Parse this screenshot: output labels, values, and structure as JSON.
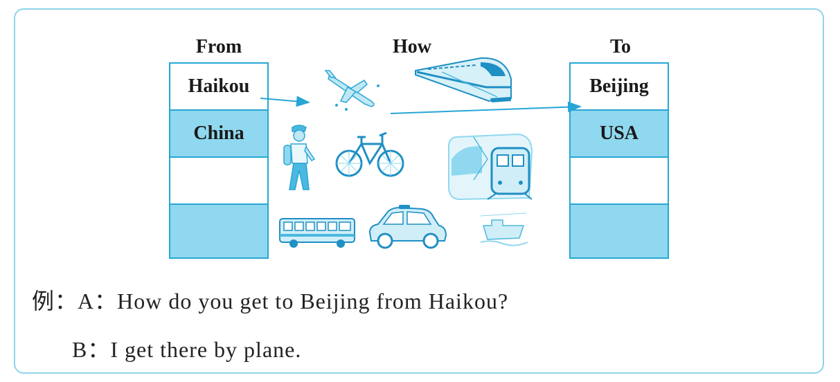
{
  "headers": {
    "from": "From",
    "how": "How",
    "to": "To"
  },
  "from_column": [
    "Haikou",
    "China",
    "",
    ""
  ],
  "to_column": [
    "Beijing",
    "USA",
    "",
    ""
  ],
  "transport_icons": [
    "plane-icon",
    "train-icon",
    "walking-person-icon",
    "bike-icon",
    "subway-icon",
    "bus-icon",
    "car-icon",
    "ship-icon"
  ],
  "example": {
    "line_a": "例：A：How do you get to Beijing from Haikou?",
    "line_b": "B：I get there by plane."
  },
  "colors": {
    "accent": "#27a6d6",
    "fill": "#8fd8ef",
    "frame": "#8ed4ea"
  }
}
